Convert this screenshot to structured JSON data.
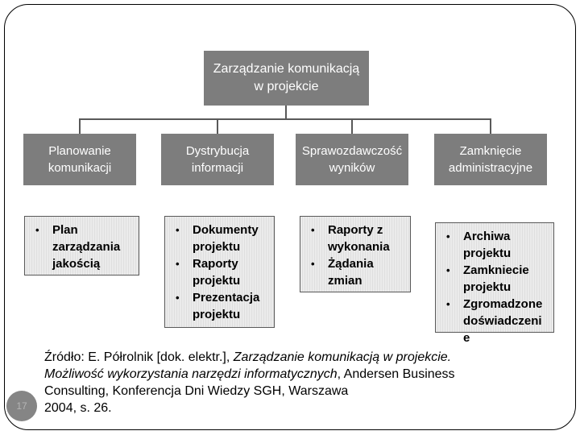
{
  "slide": {
    "page_number": "17",
    "colors": {
      "box_gray": "#7d7d7d",
      "connector_line": "#595959",
      "light_box_bg": "#ebebeb",
      "light_box_stripe": "#dfdfdf",
      "light_box_border": "#595959"
    }
  },
  "diagram": {
    "root": {
      "title": "Zarządzanie komunikacją\nw projekcie"
    },
    "columns": [
      {
        "header": "Planowanie\nkomunikacji",
        "items": [
          "Plan\nzarządzania\njakością"
        ]
      },
      {
        "header": "Dystrybucja\ninformacji",
        "items": [
          "Dokumenty\nprojektu",
          "Raporty\nprojektu",
          "Prezentacja\nprojektu"
        ]
      },
      {
        "header": "Sprawozdawczość\nwyników",
        "items": [
          "Raporty z\nwykonania",
          "Żądania\nzmian"
        ]
      },
      {
        "header": "Zamknięcie\nadministracyjne",
        "items": [
          "Archiwa\nprojektu",
          "Zamkniecie\nprojektu",
          "Zgromadzone\ndoświadczeni\ne"
        ]
      }
    ]
  },
  "citation": {
    "lines": [
      {
        "segments": [
          {
            "text": "Źródło: E. Półrolnik [dok. elektr.], ",
            "italic": false
          },
          {
            "text": "Zarządzanie komunikacją w projekcie.",
            "italic": true
          }
        ]
      },
      {
        "segments": [
          {
            "text": "Możliwość wykorzystania narzędzi informatycznych",
            "italic": true
          },
          {
            "text": ", Andersen Business",
            "italic": false
          }
        ]
      },
      {
        "segments": [
          {
            "text": "Consulting, Konferencja Dni Wiedzy SGH, Warszawa",
            "italic": false
          }
        ]
      },
      {
        "segments": [
          {
            "text": "2004, s. 26.",
            "italic": false
          }
        ]
      }
    ]
  }
}
